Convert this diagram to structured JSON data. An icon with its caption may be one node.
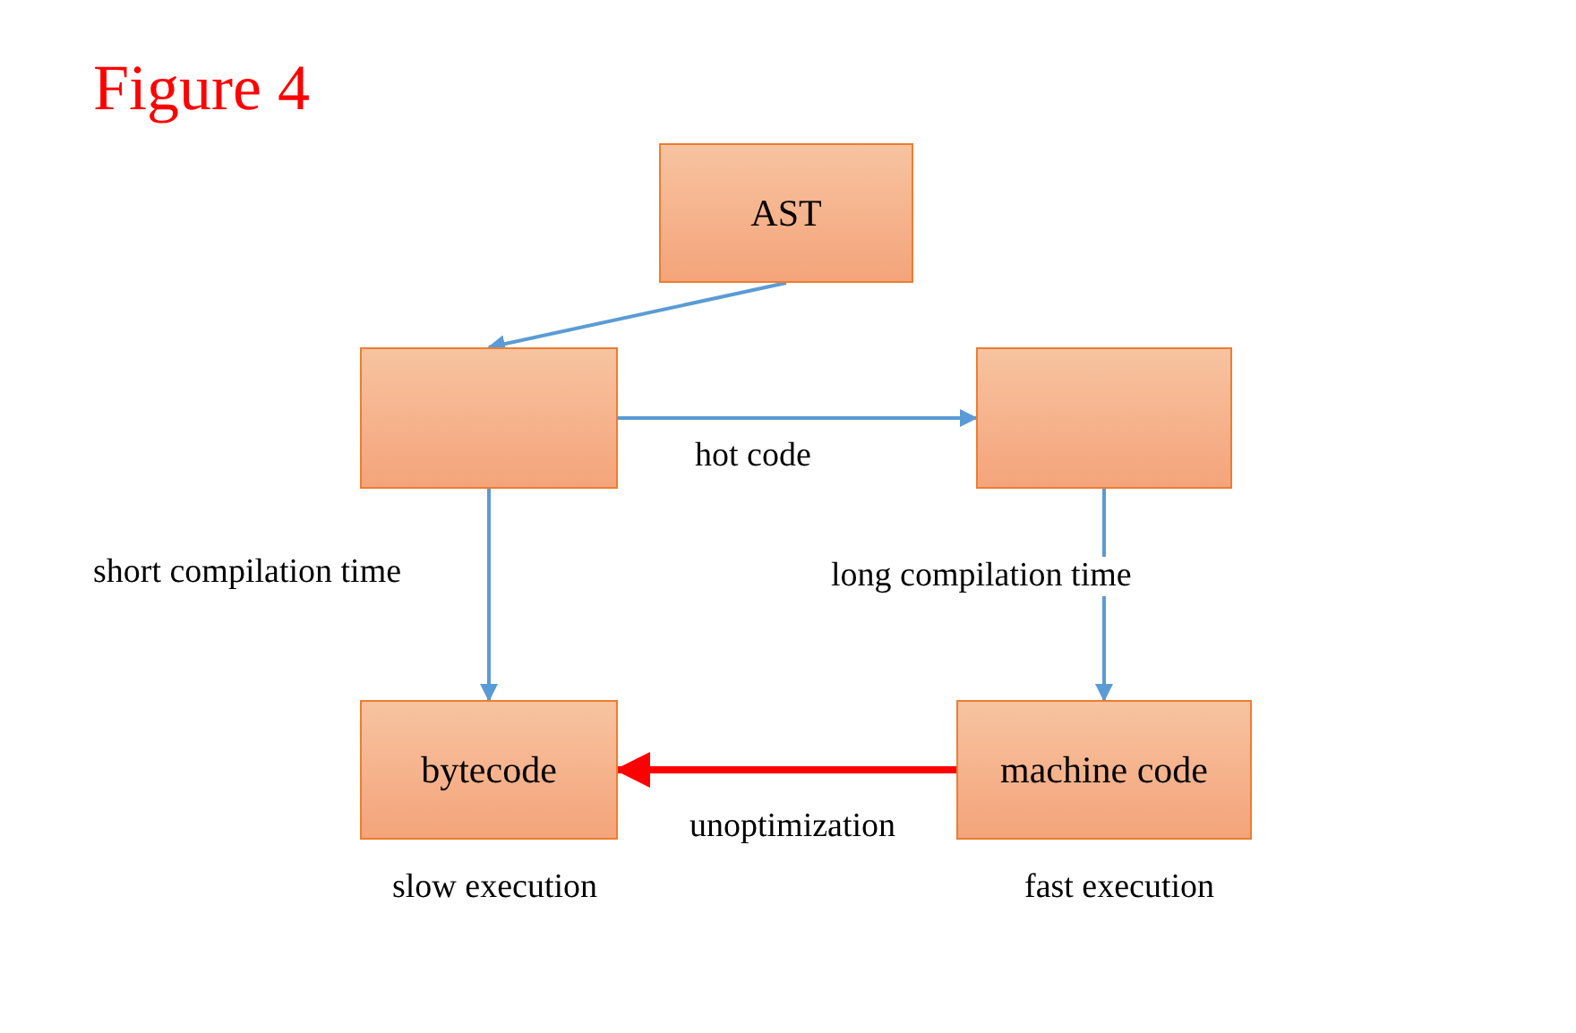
{
  "diagram": {
    "title": "Figure 4",
    "nodes": [
      {
        "text": [
          "AST"
        ]
      },
      {
        "text": [],
        "shape": "box"
      },
      {
        "text": [],
        "shape": "box"
      },
      {
        "text": [
          "bytecode"
        ],
        "beside": [
          "slow execution"
        ]
      },
      {
        "text": [
          "machine code"
        ],
        "beside": [
          "fast execution"
        ]
      }
    ],
    "edges": [
      {
        "from": 0,
        "to": 1,
        "arrow": "to"
      },
      {
        "from": 1,
        "to": 2,
        "arrow": "to",
        "label": "hot code"
      },
      {
        "from": 1,
        "to": 3,
        "arrow": "to",
        "label": "short compilation time"
      },
      {
        "from": 2,
        "to": 4,
        "arrow": "to",
        "label": "long compilation time"
      },
      {
        "from": 4,
        "to": 3,
        "arrow": "to",
        "label": "unoptimization",
        "style": "thick",
        "color": "#ff0000"
      }
    ]
  }
}
